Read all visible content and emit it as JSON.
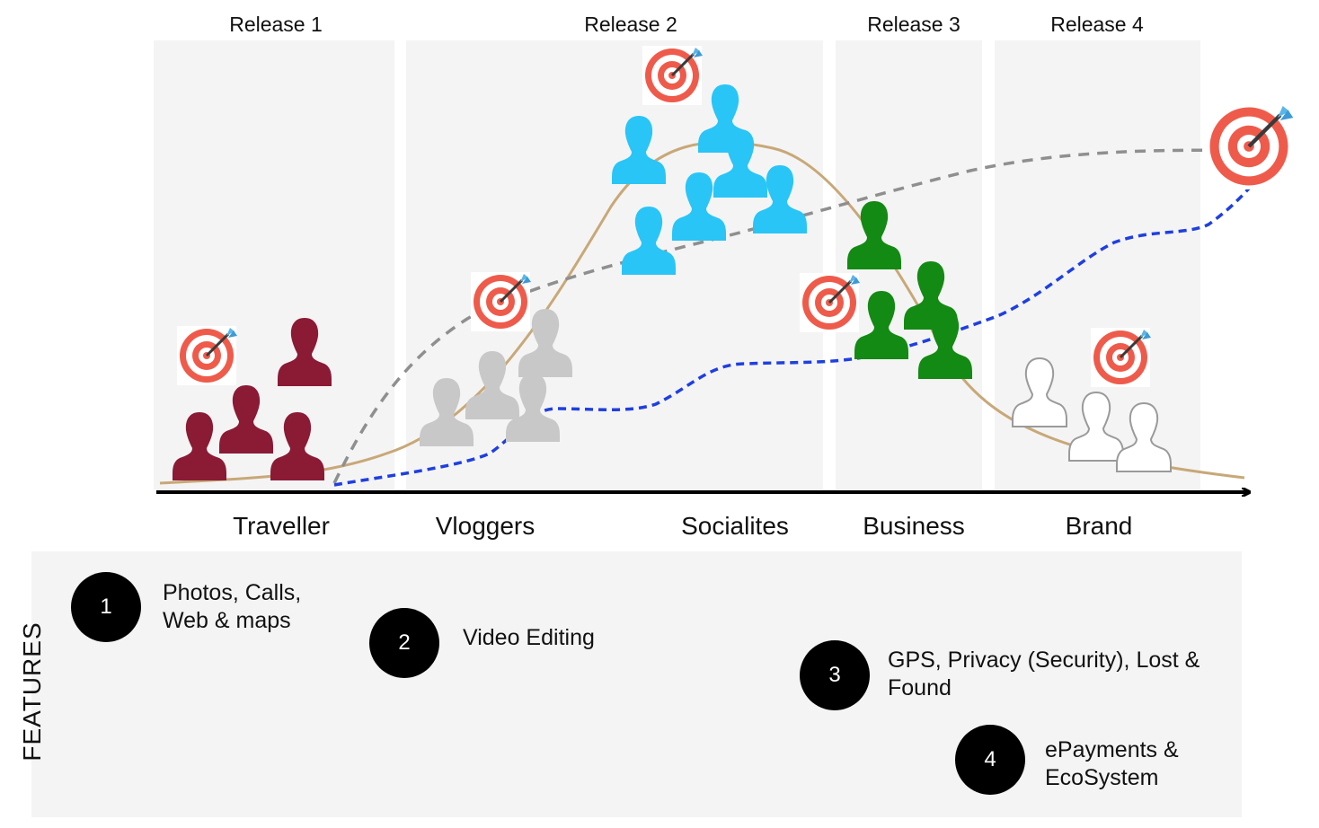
{
  "releases": [
    {
      "label": "Release 1"
    },
    {
      "label": "Release 2"
    },
    {
      "label": "Release 3"
    },
    {
      "label": "Release 4"
    }
  ],
  "segments": [
    {
      "label": "Traveller",
      "color": "#8b1a35"
    },
    {
      "label": "Vloggers",
      "color": "#c8c8c8"
    },
    {
      "label": "Socialites",
      "color": "#29c5f6"
    },
    {
      "label": "Business",
      "color": "#138a13"
    },
    {
      "label": "Brand",
      "color": "#ffffff"
    }
  ],
  "curves": {
    "adoption": {
      "color": "#c8a878",
      "style": "solid"
    },
    "target": {
      "color": "#8f8f8f",
      "style": "dashed"
    },
    "actual": {
      "color": "#1f3fe0",
      "style": "dashed"
    }
  },
  "icons": {
    "person": "person-icon",
    "target": "target-icon"
  },
  "features": {
    "title": "FEATURES",
    "items": [
      {
        "number": "1",
        "line1": "Photos, Calls,",
        "line2": "Web & maps"
      },
      {
        "number": "2",
        "line1": "Video Editing",
        "line2": ""
      },
      {
        "number": "3",
        "line1": "GPS, Privacy (Security), Lost &",
        "line2": "Found"
      },
      {
        "number": "4",
        "line1": "ePayments &",
        "line2": "EcoSystem"
      }
    ]
  }
}
